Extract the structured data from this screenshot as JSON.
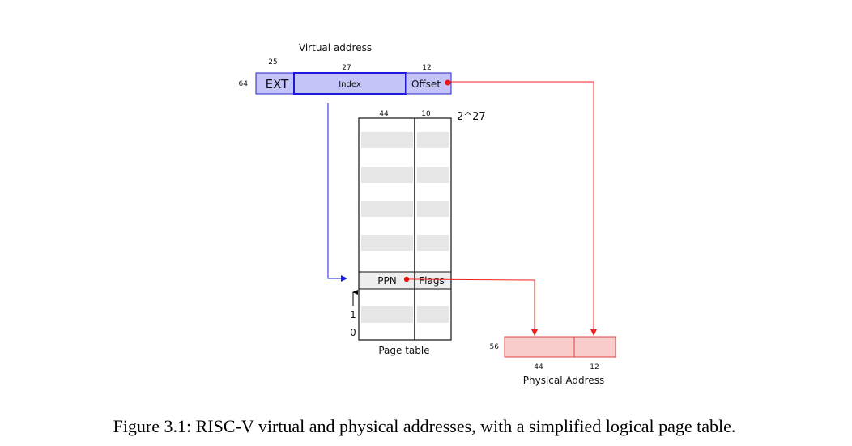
{
  "virtual_address": {
    "title": "Virtual address",
    "total_bits": "64",
    "ext": {
      "label": "EXT",
      "bits": "25"
    },
    "index": {
      "label": "Index",
      "bits": "27"
    },
    "offset": {
      "label": "Offset",
      "bits": "12"
    }
  },
  "page_table": {
    "title": "Page table",
    "ppn_bits": "44",
    "flags_bits": "10",
    "entries": "2^27",
    "row_one": "1",
    "row_zero": "0",
    "ppn_label": "PPN",
    "flags_label": "Flags"
  },
  "physical_address": {
    "title": "Physical Address",
    "total_bits": "56",
    "ppn_bits": "44",
    "offset_bits": "12"
  },
  "caption": "Figure 3.1: RISC-V virtual and physical addresses, with a simplified logical page table.",
  "colors": {
    "virtual_fill": "#c4c4f8",
    "virtual_stroke": "#2424c8",
    "physical_fill": "#f9cccc",
    "physical_stroke": "#e04040",
    "arrow_red": "#f02020",
    "arrow_blue": "#1a1aee",
    "row_shade": "#e6e6e6"
  }
}
